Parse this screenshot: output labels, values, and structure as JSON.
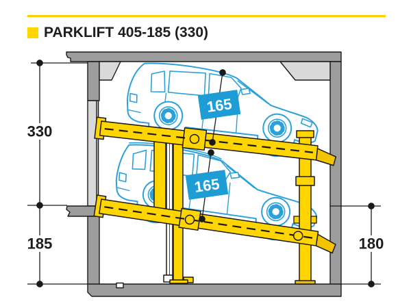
{
  "title": {
    "text": "PARKLIFT 405-185 (330)"
  },
  "dimensions": {
    "left_total_height": "330",
    "left_pit_height": "185",
    "right_clear_height": "180",
    "upper_car_height": "165",
    "lower_car_height": "165"
  },
  "colors": {
    "brand_yellow": "#ffd500",
    "flap_yellow": "#f3c300",
    "label_blue": "#1e9cd5",
    "car_blue": "#2ba1db",
    "wall_dark": "#9d9d9d",
    "wall_light": "#d9d9d9",
    "outline": "#1a1a1a"
  }
}
